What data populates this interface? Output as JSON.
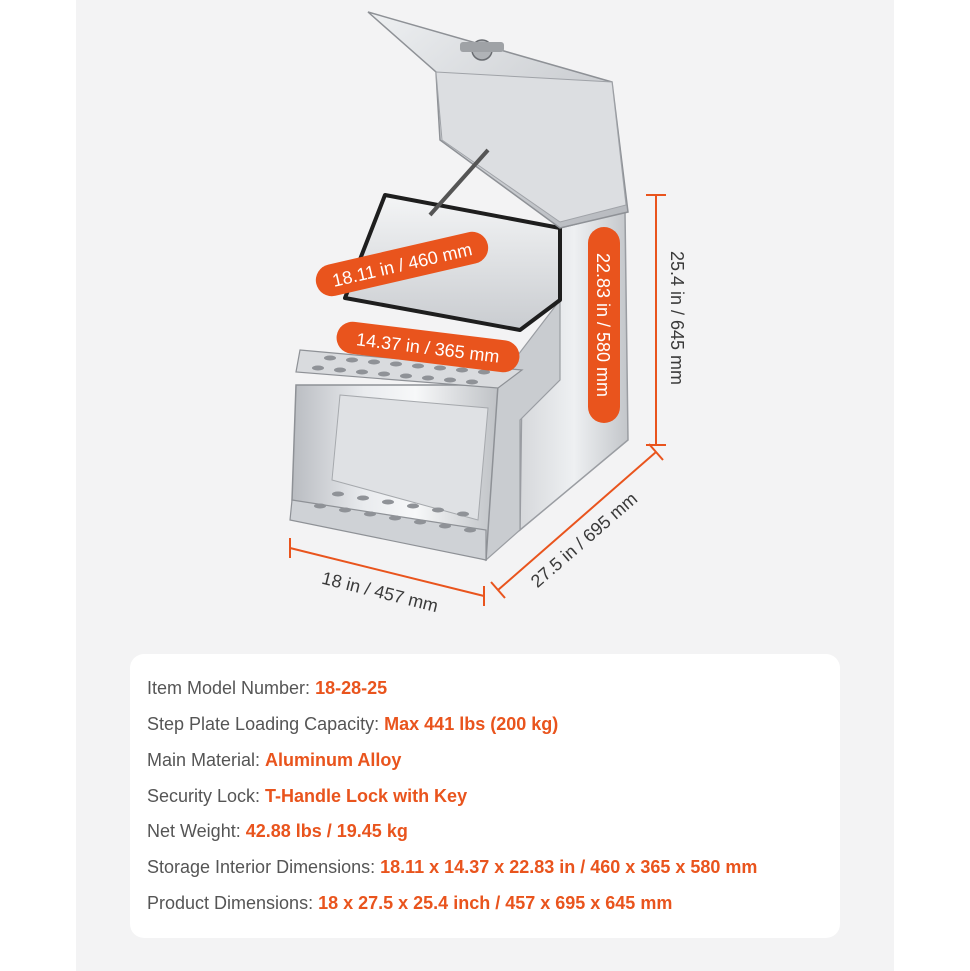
{
  "colors": {
    "accent": "#e9541d",
    "background": "#f3f3f4",
    "card": "#ffffff",
    "text": "#555555"
  },
  "dimensions": {
    "interior_width": "18.11 in / 460 mm",
    "interior_depth": "14.37 in / 365 mm",
    "interior_height": "22.83 in / 580 mm",
    "total_height": "25.4 in / 645 mm",
    "width": "18 in / 457 mm",
    "depth": "27.5 in / 695 mm"
  },
  "specs": [
    {
      "label": "Item Model Number: ",
      "value": "18-28-25"
    },
    {
      "label": "Step Plate Loading Capacity: ",
      "value": "Max 441 lbs (200 kg)"
    },
    {
      "label": "Main Material: ",
      "value": "Aluminum Alloy"
    },
    {
      "label": "Security Lock: ",
      "value": "T-Handle Lock with Key"
    },
    {
      "label": "Net Weight: ",
      "value": "42.88 lbs / 19.45 kg"
    },
    {
      "label": "Storage Interior Dimensions: ",
      "value": "18.11 x 14.37 x 22.83 in / 460 x 365 x 580 mm"
    },
    {
      "label": "Product Dimensions: ",
      "value": "18 x 27.5 x 25.4 inch / 457 x 695 x 645 mm"
    }
  ]
}
